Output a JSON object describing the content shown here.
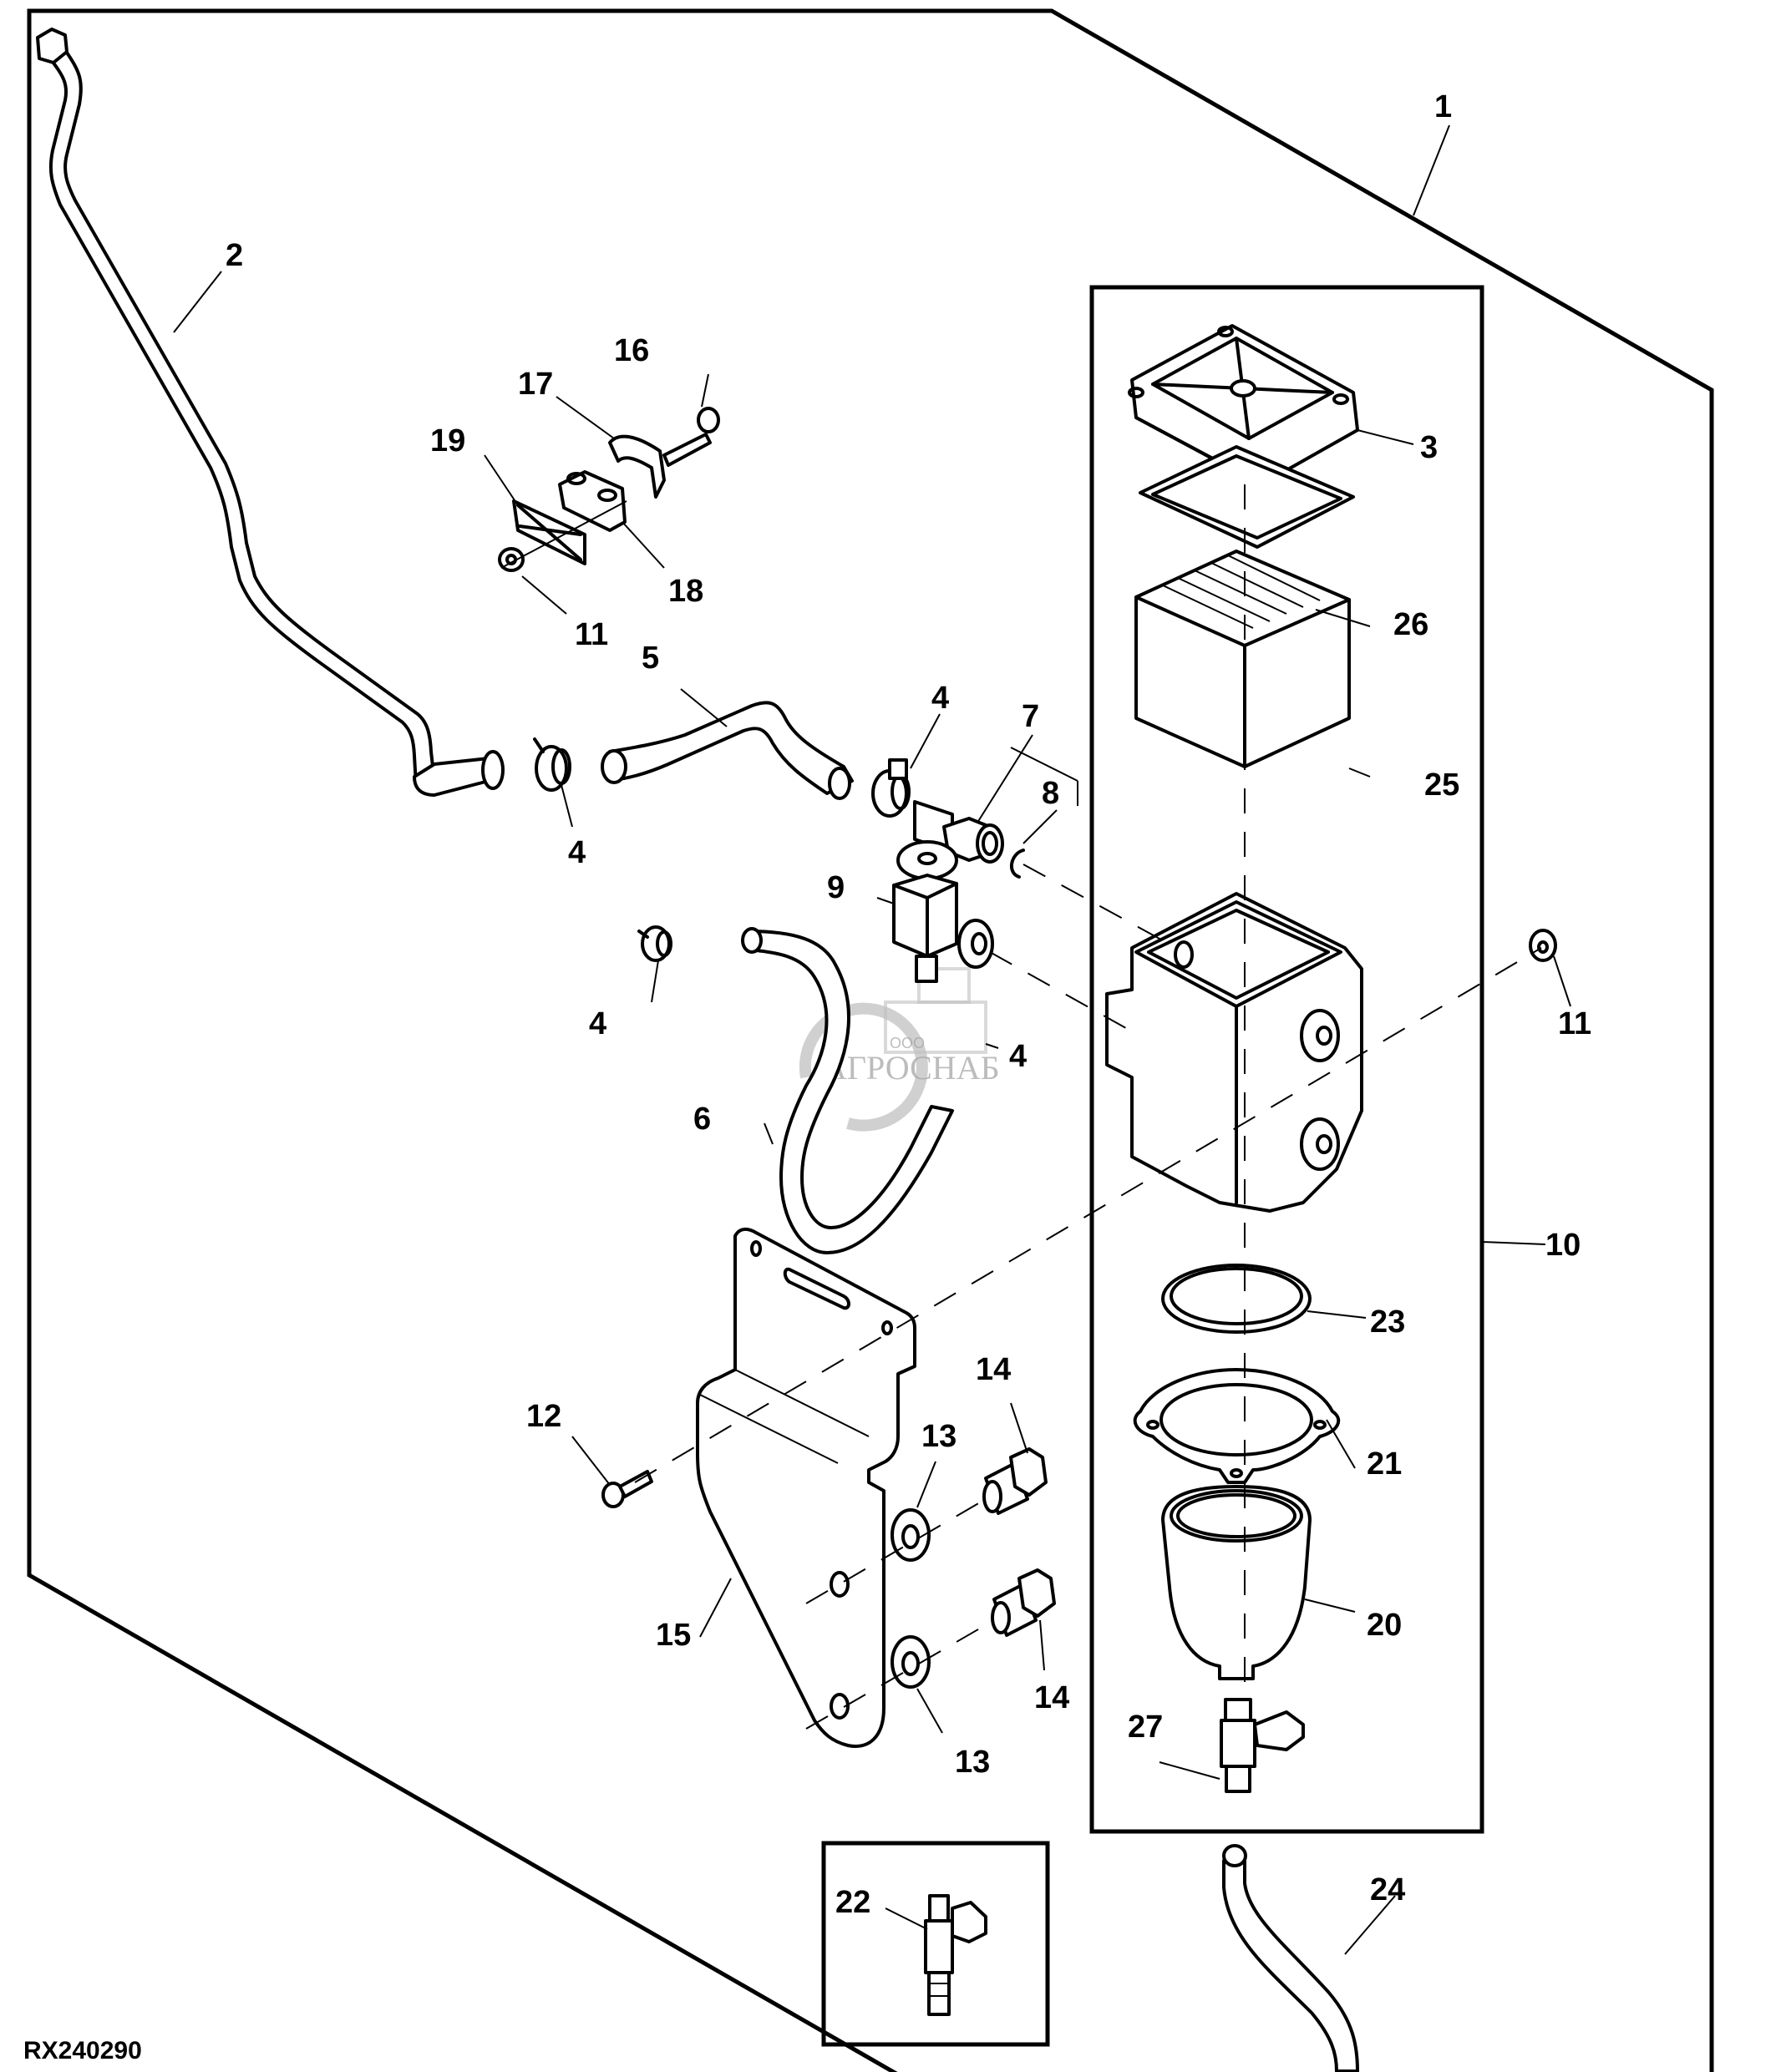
{
  "figure": {
    "id": "RX240290",
    "type": "exploded parts diagram",
    "subject": "fuel filter / water separator assembly"
  },
  "watermark": {
    "prefix": "ООО",
    "name": "АГРОСНАБ"
  },
  "callouts": [
    {
      "key": "c1",
      "label": "1"
    },
    {
      "key": "c2",
      "label": "2"
    },
    {
      "key": "c3",
      "label": "3"
    },
    {
      "key": "c4a",
      "label": "4"
    },
    {
      "key": "c4b",
      "label": "4"
    },
    {
      "key": "c4c",
      "label": "4"
    },
    {
      "key": "c4d",
      "label": "4"
    },
    {
      "key": "c5",
      "label": "5"
    },
    {
      "key": "c6",
      "label": "6"
    },
    {
      "key": "c7",
      "label": "7"
    },
    {
      "key": "c8",
      "label": "8"
    },
    {
      "key": "c9",
      "label": "9"
    },
    {
      "key": "c10",
      "label": "10"
    },
    {
      "key": "c11a",
      "label": "11"
    },
    {
      "key": "c11b",
      "label": "11"
    },
    {
      "key": "c12",
      "label": "12"
    },
    {
      "key": "c13a",
      "label": "13"
    },
    {
      "key": "c13b",
      "label": "13"
    },
    {
      "key": "c14a",
      "label": "14"
    },
    {
      "key": "c14b",
      "label": "14"
    },
    {
      "key": "c15",
      "label": "15"
    },
    {
      "key": "c16",
      "label": "16"
    },
    {
      "key": "c17",
      "label": "17"
    },
    {
      "key": "c18",
      "label": "18"
    },
    {
      "key": "c19",
      "label": "19"
    },
    {
      "key": "c20",
      "label": "20"
    },
    {
      "key": "c21",
      "label": "21"
    },
    {
      "key": "c22",
      "label": "22"
    },
    {
      "key": "c23",
      "label": "23"
    },
    {
      "key": "c24",
      "label": "24"
    },
    {
      "key": "c25",
      "label": "25"
    },
    {
      "key": "c26",
      "label": "26"
    },
    {
      "key": "c27",
      "label": "27"
    }
  ]
}
